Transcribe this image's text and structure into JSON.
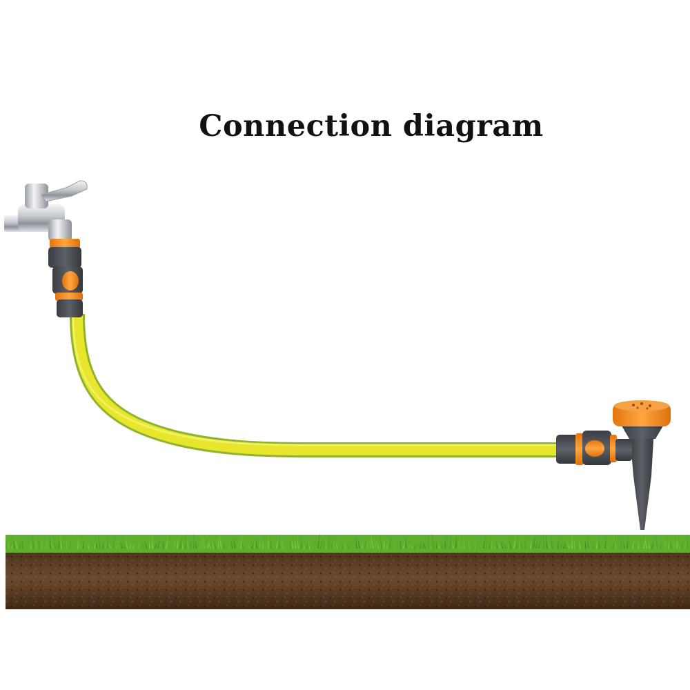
{
  "title": "Connection diagram",
  "colors": {
    "background": "#ffffff",
    "title": "#111111",
    "hose_yellow": "#e4e32a",
    "hose_green": "#9cc23a",
    "connector_orange": "#f08a1c",
    "connector_gray": "#4a4d52",
    "tap_chrome": "#c9ccd1",
    "grass": "#5fae2e",
    "soil": "#5a3a22"
  },
  "components": {
    "tap": "water-tap",
    "tap_connector": "quick-connector",
    "hose": "garden-hose",
    "sprinkler_connector": "quick-connector",
    "sprinkler": "spike-sprinkler",
    "ground": "grass-and-soil"
  }
}
